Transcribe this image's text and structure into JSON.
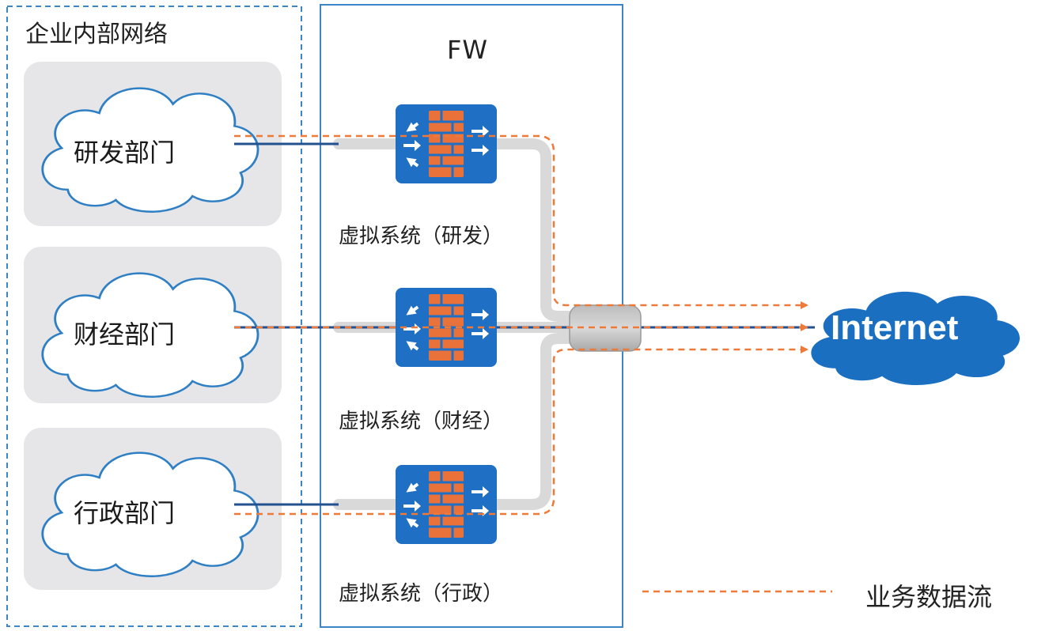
{
  "zones": {
    "internal_title": "企业内部网络",
    "fw_title": "FW"
  },
  "departments": [
    {
      "id": "rd",
      "label": "研发部门"
    },
    {
      "id": "finance",
      "label": "财经部门"
    },
    {
      "id": "admin",
      "label": "行政部门"
    }
  ],
  "virtual_systems": [
    {
      "id": "rd",
      "label": "虚拟系统（研发）"
    },
    {
      "id": "finance",
      "label": "虚拟系统（财经）"
    },
    {
      "id": "admin",
      "label": "虚拟系统（行政）"
    }
  ],
  "internet": {
    "label": "Internet"
  },
  "legend": {
    "label": "业务数据流"
  },
  "colors": {
    "zone_border": "#3c86c8",
    "cloud_stroke": "#2f7fc4",
    "cloud_internet": "#1b6fc0",
    "firewall_bg": "#1f6fc4",
    "brick": "#e8723a",
    "flow": "#ee7a3a",
    "link": "#23508f",
    "pipe": "#d9d9d9",
    "dept_bg": "#e6e6e8"
  }
}
